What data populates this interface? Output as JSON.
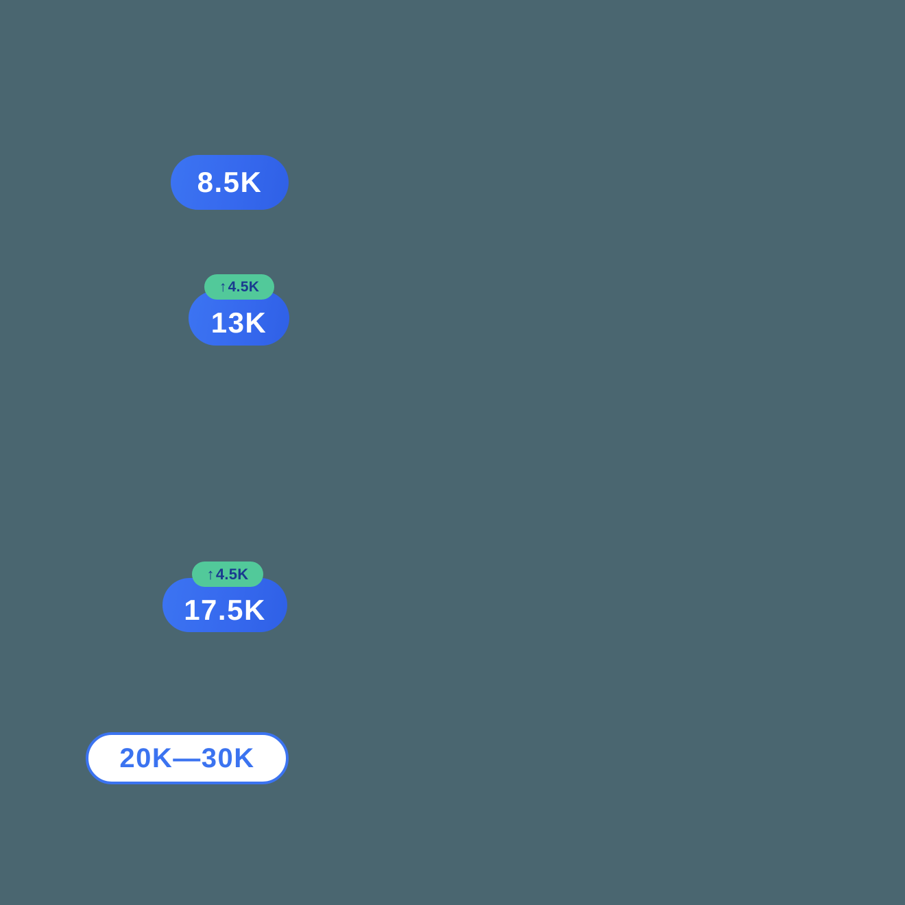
{
  "background_color": "#4a6670",
  "palette": {
    "badge_blue": "#3669ee",
    "badge_blue_light": "#3c74f2",
    "badge_blue_dark": "#2f60e6",
    "badge_green": "#52c99a",
    "delta_text": "#1a3a8f",
    "outline_blue": "#3b73f0",
    "value_text": "#ffffff",
    "surface_white": "#ffffff"
  },
  "badges": [
    {
      "id": "total",
      "value_label": "8.5K",
      "style": "solid-blue",
      "has_delta": false
    },
    {
      "id": "growth",
      "value_label": "13K",
      "style": "solid-blue",
      "has_delta": true,
      "delta": {
        "arrow_icon": "arrow-up-icon",
        "arrow_glyph": "↑",
        "label": "4.5K",
        "direction": "up"
      }
    },
    {
      "id": "projected",
      "value_label": "17.5K",
      "style": "solid-blue",
      "has_delta": true,
      "delta": {
        "arrow_icon": "arrow-up-icon",
        "arrow_glyph": "↑",
        "label": "4.5K",
        "direction": "up"
      }
    },
    {
      "id": "range",
      "value_label": "20K—30K",
      "style": "outline-white",
      "has_delta": false
    }
  ]
}
